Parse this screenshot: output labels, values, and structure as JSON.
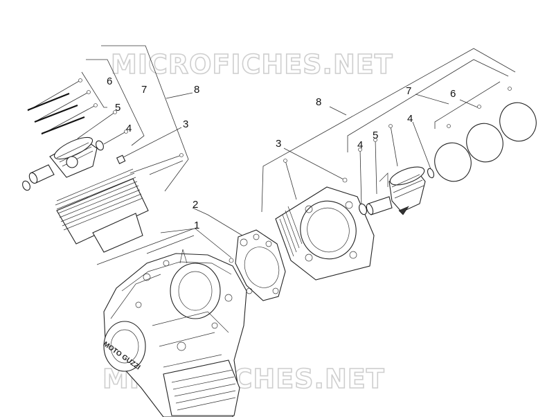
{
  "watermark": {
    "top_text": "MICROFICHES.NET",
    "bottom_text": "MICROFICHES.NET"
  },
  "callouts": {
    "left_6": "6",
    "left_7": "7",
    "left_8": "8",
    "left_5": "5",
    "left_4": "4",
    "left_3": "3",
    "mid_2": "2",
    "mid_1": "1",
    "right_8": "8",
    "right_7": "7",
    "right_6": "6",
    "right_3": "3",
    "right_4a": "4",
    "right_5": "5",
    "right_4b": "4"
  },
  "engine_brand": "MOTO GUZZI",
  "colors": {
    "line": "#222222",
    "watermark": "#c9c9c9",
    "background": "#ffffff"
  }
}
